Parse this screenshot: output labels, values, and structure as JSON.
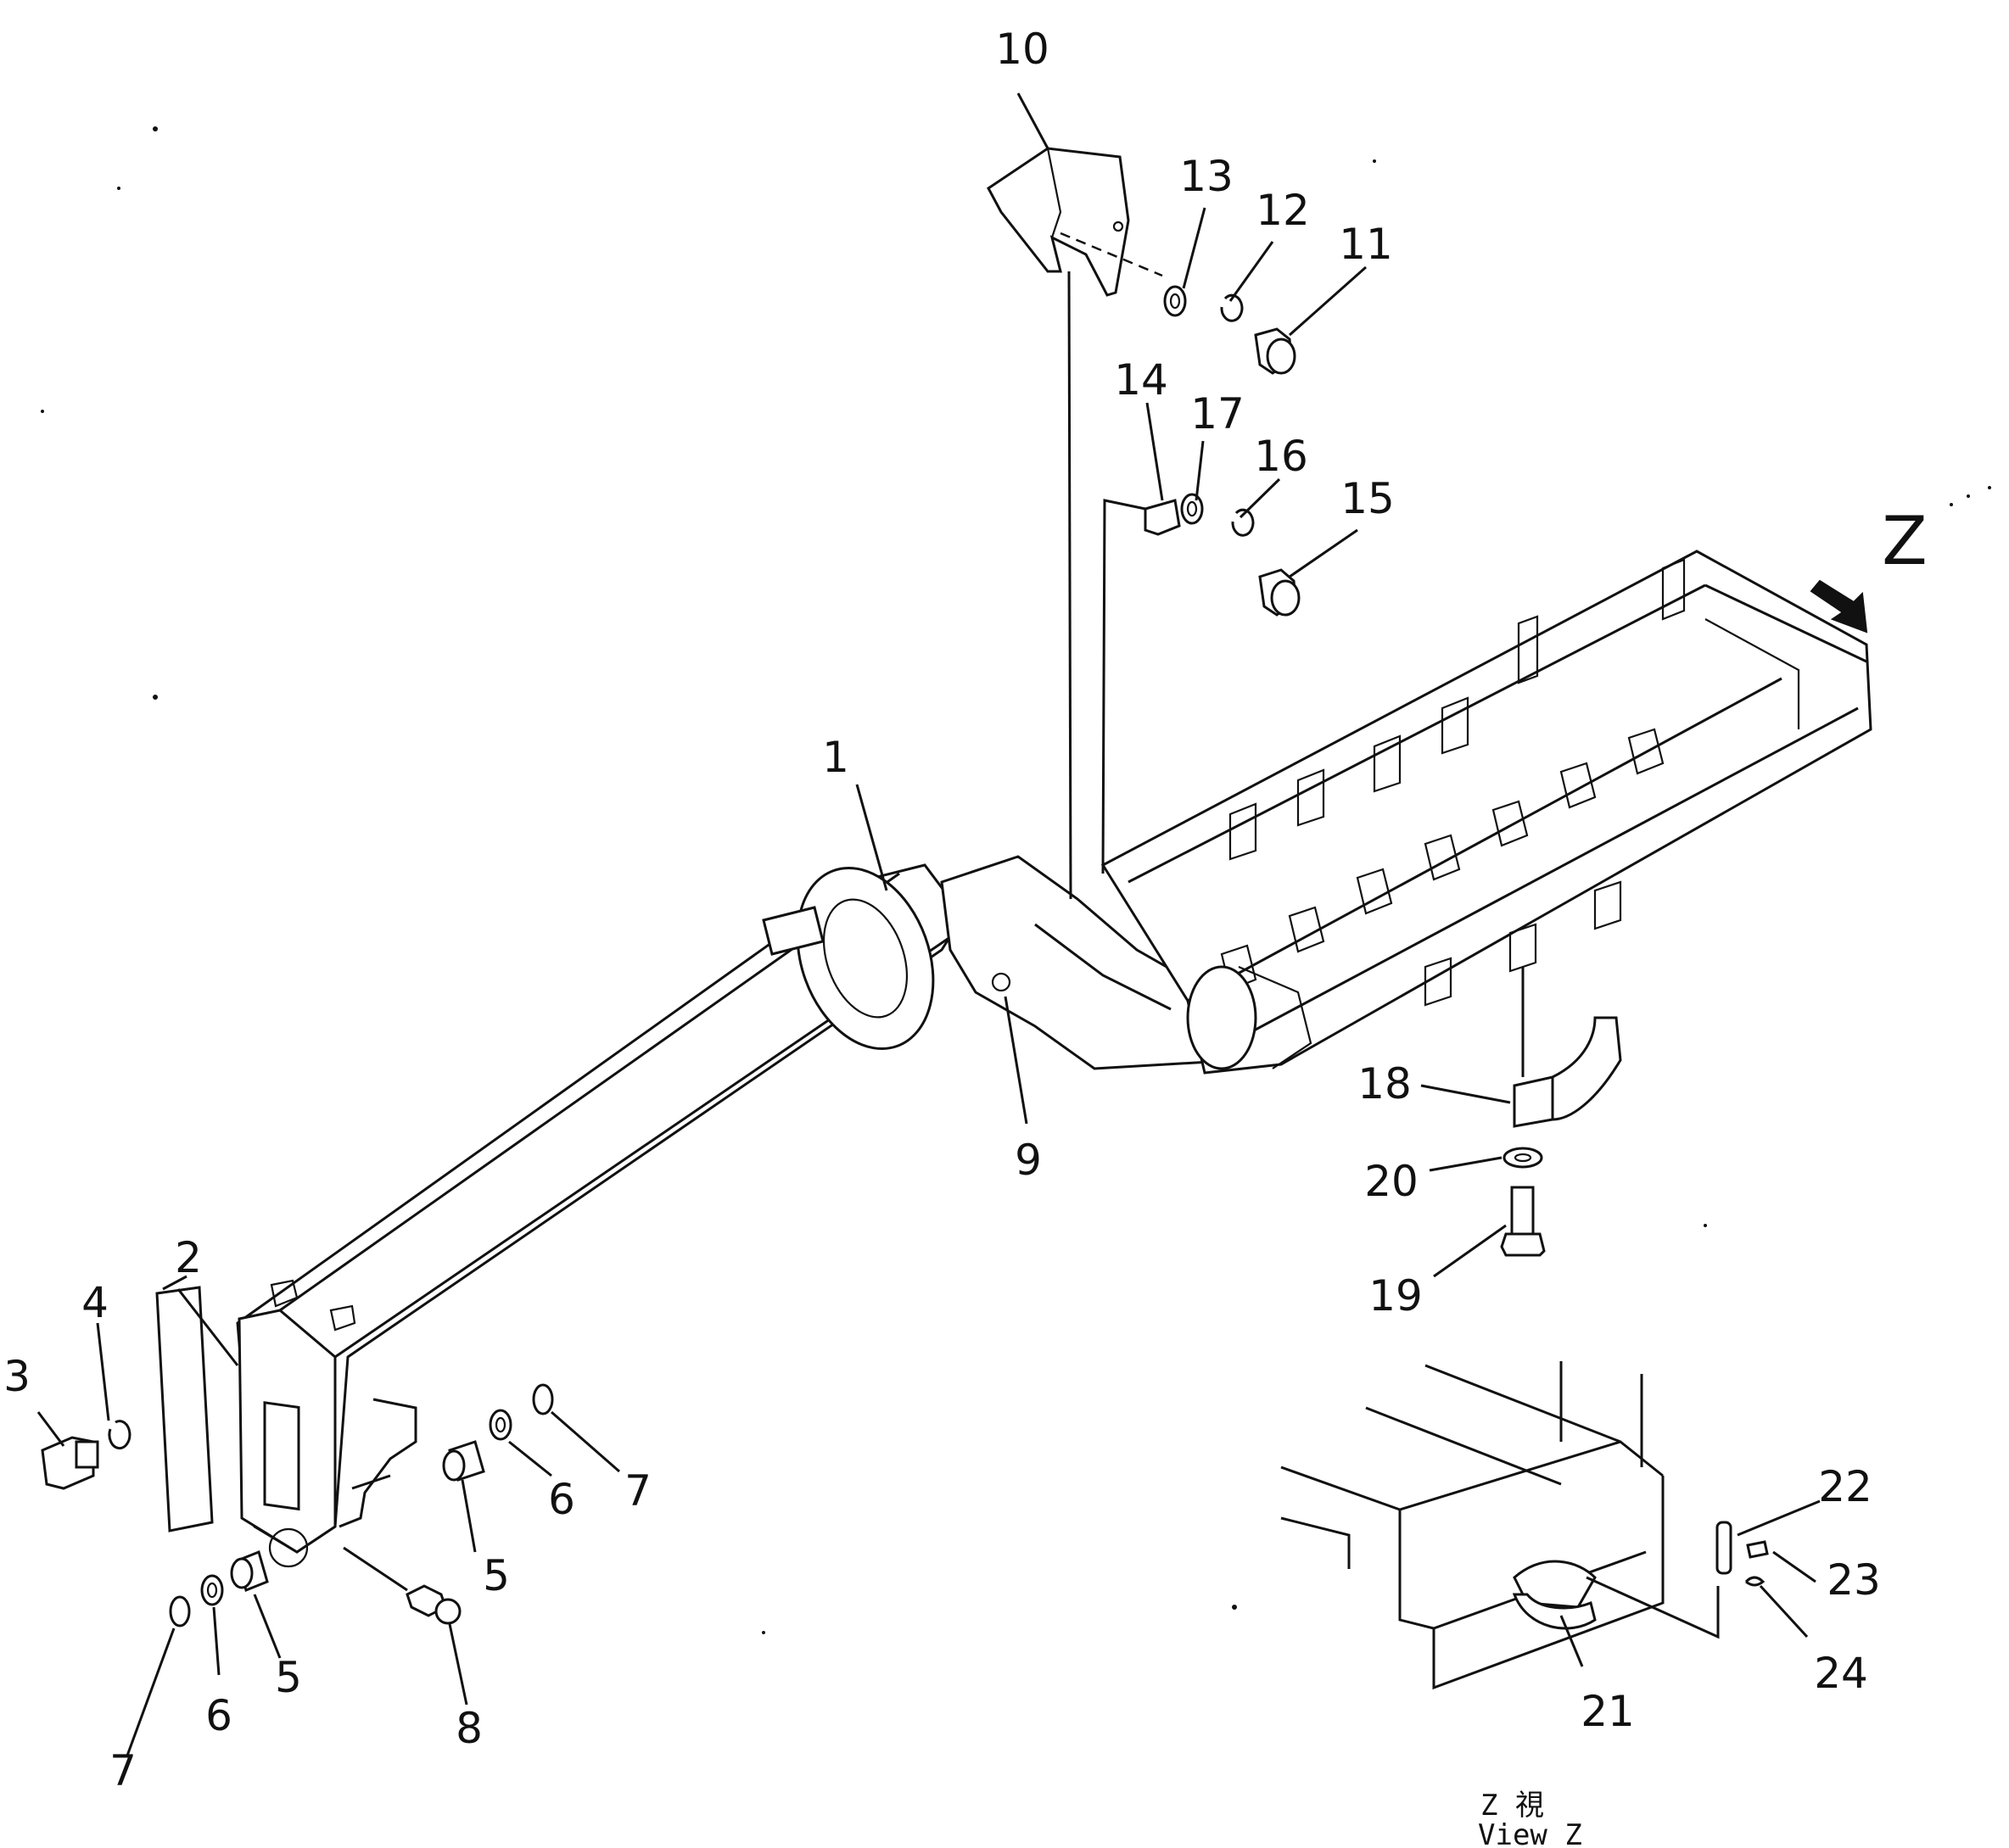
{
  "diagram": {
    "callouts": {
      "c1": "1",
      "c2": "2",
      "c3": "3",
      "c4": "4",
      "c5a": "5",
      "c5b": "5",
      "c6a": "6",
      "c6b": "6",
      "c7a": "7",
      "c7b": "7",
      "c8": "8",
      "c9": "9",
      "c10": "10",
      "c11": "11",
      "c12": "12",
      "c13": "13",
      "c14": "14",
      "c15": "15",
      "c16": "16",
      "c17": "17",
      "c18": "18",
      "c19": "19",
      "c20": "20",
      "c21": "21",
      "c22": "22",
      "c23": "23",
      "c24": "24"
    },
    "view_marker": "Z",
    "view_caption_symbol": "Z 視",
    "view_caption": "View Z"
  }
}
